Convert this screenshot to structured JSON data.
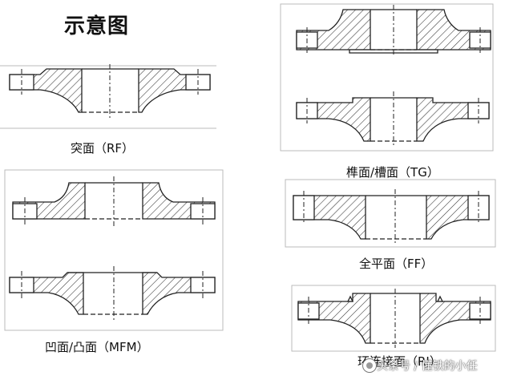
{
  "title": "示意图",
  "captions": {
    "rf": "突面（RF）",
    "tg": "榫面/槽面（TG）",
    "mfm": "凹面/凸面（MFM）",
    "ff": "全平面（FF）",
    "rj": "环连接面（RJ）"
  },
  "watermark": "头条号 / 懂铁的小任",
  "colors": {
    "line": "#222222",
    "hatch": "#333333",
    "frame": "#bbbbbb"
  }
}
